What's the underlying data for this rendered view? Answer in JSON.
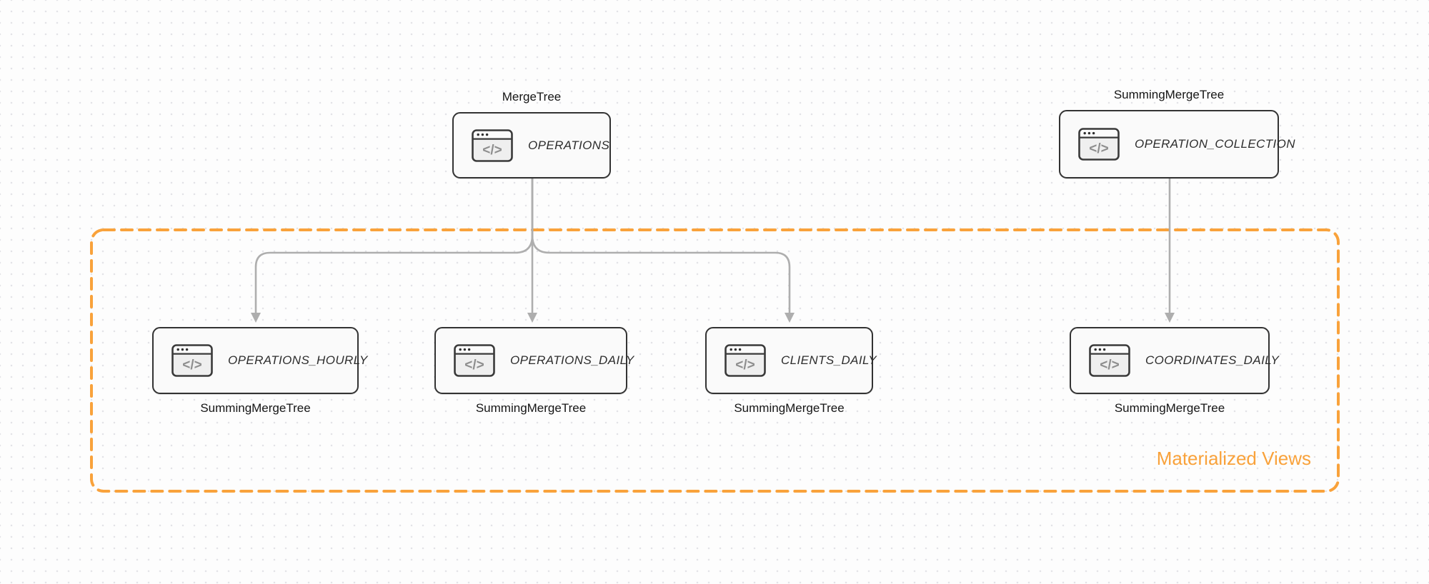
{
  "diagram": {
    "background": {
      "canvas_color": "#FDFDFD",
      "dot_color": "#E3E3E7"
    },
    "group": {
      "label": "Materialized Views",
      "accent_color": "#F9A23B"
    },
    "edge_color": "#AEAEAE",
    "icon": {
      "name": "code-window-icon",
      "glyph": "</>"
    },
    "nodes": {
      "operations": {
        "title": "OPERATIONS",
        "engine": "MergeTree"
      },
      "operation_collection": {
        "title": "OPERATION_COLLECTION",
        "engine": "SummingMergeTree"
      },
      "operations_hourly": {
        "title": "OPERATIONS_HOURLY",
        "engine": "SummingMergeTree"
      },
      "operations_daily": {
        "title": "OPERATIONS_DAILY",
        "engine": "SummingMergeTree"
      },
      "clients_daily": {
        "title": "CLIENTS_DAILY",
        "engine": "SummingMergeTree"
      },
      "coordinates_daily": {
        "title": "COORDINATES_DAILY",
        "engine": "SummingMergeTree"
      }
    },
    "edges": [
      {
        "from": "OPERATIONS",
        "to": "OPERATIONS_HOURLY"
      },
      {
        "from": "OPERATIONS",
        "to": "OPERATIONS_DAILY"
      },
      {
        "from": "OPERATIONS",
        "to": "CLIENTS_DAILY"
      },
      {
        "from": "OPERATION_COLLECTION",
        "to": "COORDINATES_DAILY"
      }
    ]
  }
}
